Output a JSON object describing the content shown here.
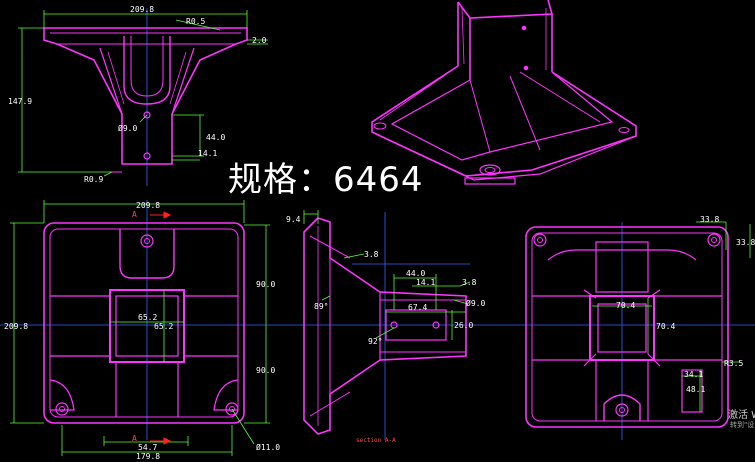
{
  "overlay": {
    "spec_text": "规格：6464"
  },
  "watermark": {
    "line1": "激活 W",
    "line2": "转到\"设置"
  },
  "colors": {
    "background": "#000000",
    "part_outline": "#ff33ff",
    "dimension": "#55ff33",
    "centerline": "#3366ff",
    "text": "#ffffff",
    "marker": "#ff2222"
  },
  "top_view_dims": {
    "width": "209.8",
    "fillet": "R0.5",
    "thickness": "2.0",
    "height": "147.9",
    "hole_dia": "Ø9.0",
    "offset": "44.0",
    "step": "14.1",
    "base_fillet": "R0.9"
  },
  "plan_view_dims": {
    "width": "209.8",
    "section_mark": "A",
    "side": "209.8",
    "half_upper": "90.0",
    "half_lower": "90.0",
    "tube_x": "65.2",
    "tube_y": "65.2",
    "hole_dia": "Ø11.0",
    "pitch": "54.7",
    "overall": "179.8"
  },
  "section_dims": {
    "wall": "9.4",
    "rib": "3.8",
    "height": "44.0",
    "step": "14.1",
    "rib2": "3.8",
    "angle_top": "89°",
    "span": "67.4",
    "hole_dia": "Ø9.0",
    "depth": "26.0",
    "angle_bottom": "92°",
    "title": "section A-A"
  },
  "bottom_view_dims": {
    "corner_w": "33.8",
    "corner_h": "33.8",
    "inner_w": "70.4",
    "inner_h": "70.4",
    "radius": "R3.5",
    "slot_w": "34.1",
    "slot_h": "48.1"
  }
}
